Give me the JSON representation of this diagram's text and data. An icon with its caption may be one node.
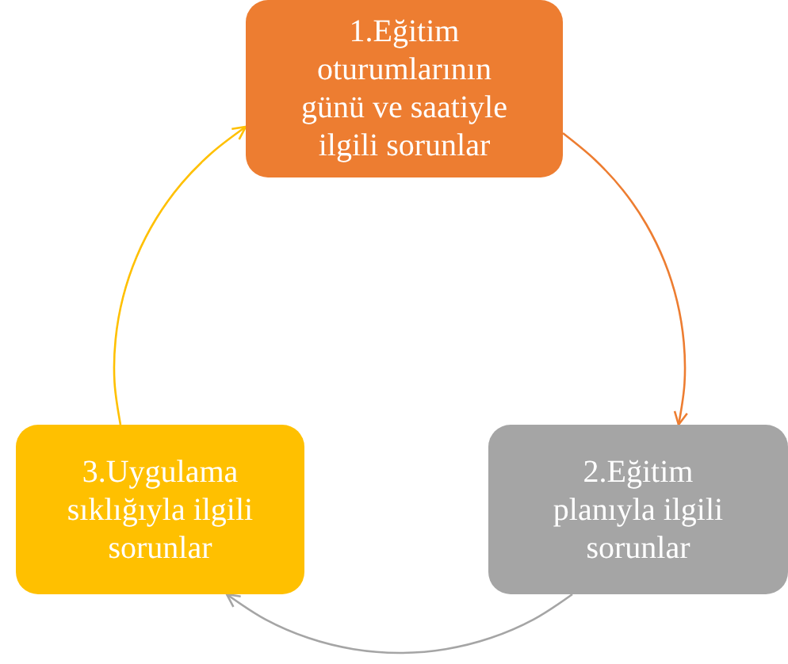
{
  "diagram": {
    "nodes": [
      {
        "text": [
          "1.Eğitim oturumlarının günü ve saatiyle ilgili sorunlar"
        ]
      },
      {
        "text": [
          "2.Eğitim planıyla ilgili sorunlar"
        ]
      },
      {
        "text": [
          "3.Uygulama sıklığıyla ilgili sorunlar"
        ]
      }
    ],
    "edges": [
      {
        "from": 0,
        "to": 1,
        "arrow": "to",
        "color": "#ed7d31"
      },
      {
        "from": 1,
        "to": 2,
        "arrow": "to",
        "color": "#a5a5a5"
      },
      {
        "from": 2,
        "to": 0,
        "arrow": "to",
        "color": "#ffc000"
      }
    ]
  }
}
